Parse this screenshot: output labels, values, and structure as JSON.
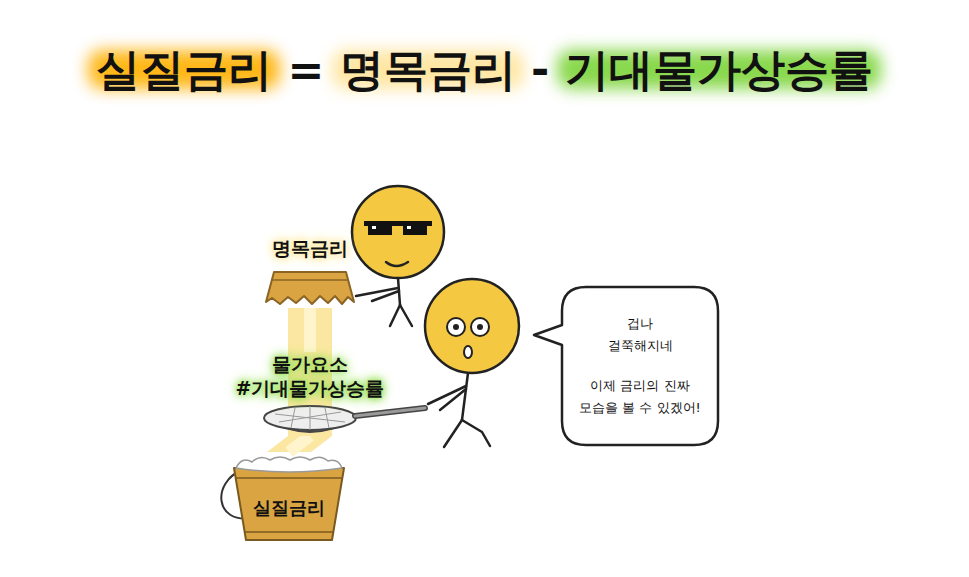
{
  "diagram": {
    "title": "실질금리 = 명목금리 - 기대물가상승률",
    "nodes": [
      {
        "text": [
          "명목금리"
        ]
      },
      {
        "text": [
          "물가요소",
          "#기대물가상승률"
        ]
      },
      {
        "text": [
          "실질금리"
        ]
      },
      {
        "text": [
          "겁나 걸쭉해지네",
          "이제 금리의 진짜 모습을 볼 수 있겠어!"
        ]
      }
    ],
    "edges": [
      {
        "from": 0,
        "to": 1,
        "arrow": "none"
      },
      {
        "from": 1,
        "to": 2,
        "arrow": "none"
      }
    ]
  }
}
